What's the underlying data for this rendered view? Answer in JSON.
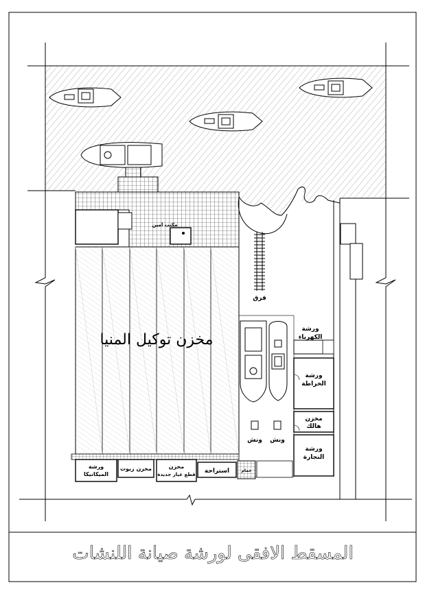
{
  "title": "المسقط الافقى لورشة صيانة اللنشات",
  "rooms": {
    "main_store": "مخزن توكيل المنيا",
    "electric_workshop_l1": "ورشة",
    "electric_workshop_l2": "الكهرباء",
    "lathe_workshop_l1": "ورشة",
    "lathe_workshop_l2": "الخراطة",
    "scrap_store_l1": "مخزن",
    "scrap_store_l2": "هالك",
    "carpentry_workshop_l1": "ورشة",
    "carpentry_workshop_l2": "النجارة",
    "mechanics_workshop_l1": "ورشة",
    "mechanics_workshop_l2": "الميكانيكا",
    "oil_store": "مخزن زيوت",
    "parts_store_l1": "مخزن",
    "parts_store_l2": "قطع غيار جديدة",
    "rest_room": "استراحة",
    "wc": "حمام",
    "office": "مكتب امين"
  },
  "equipment": {
    "rail": "قزق",
    "winch_1": "ونش",
    "winch_2": "ونش"
  }
}
